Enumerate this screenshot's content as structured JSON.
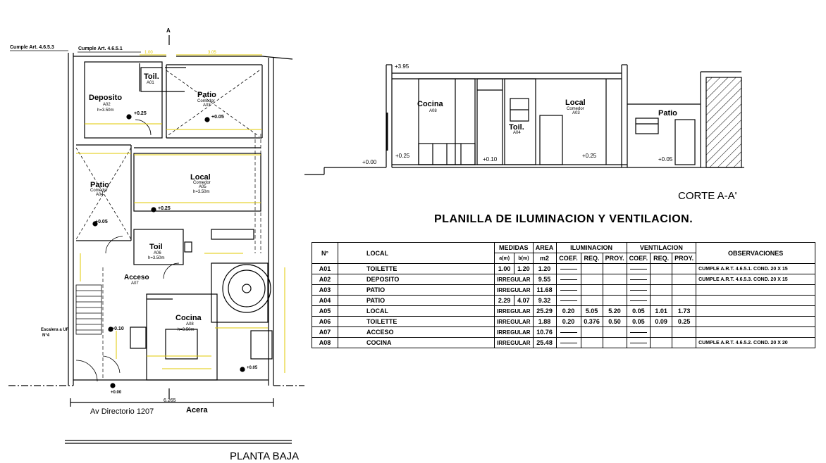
{
  "texts": {
    "cumple_453": "Cumple Art. 4.6.5.3",
    "cumple_451": "Cumple Art. 4.6.5.1",
    "dim_100": "1.00",
    "dim_305": "3.05",
    "toil_a01": "Toil.",
    "toil_a01_code": "A01",
    "deposito": "Deposito",
    "deposito_code": "A02",
    "deposito_h": "h=3.50m",
    "patio_a03": "Patio",
    "patio_a03_sub": "Comedor",
    "patio_a03_code": "A03",
    "lvl_025_a": "+0.25",
    "lvl_005_a": "+0.05",
    "local_a05": "Local",
    "local_a05_sub": "Comedor",
    "local_a05_code": "A05",
    "local_a05_h": "h=3.50m",
    "patio_a04": "Patio",
    "patio_a04_sub": "Comedor",
    "patio_a04_code": "A04",
    "lvl_025_b": "+0.25",
    "lvl_005_b": "+0.05",
    "toil_a06": "Toil",
    "toil_a06_code": "A06",
    "toil_a06_h": "h=3.50m",
    "acceso": "Acceso",
    "acceso_code": "A07",
    "cocina_a08": "Cocina",
    "cocina_a08_code": "A08",
    "cocina_a08_h": "h=3.50m",
    "escalera": "Escalera a UF",
    "escalera_n": "N°4",
    "lvl_010": "+0.10",
    "lvl_005_c": "+0.05",
    "lvl_000": "+0.00",
    "av": "Av Directorio 1207",
    "acera": "Acera",
    "dim_6265": "6.265",
    "planta_baja": "PLANTA BAJA",
    "lvl_395": "+3.95",
    "s_cocina": "Cocina",
    "s_cocina_code": "A08",
    "s_local": "Local",
    "s_local_sub": "Comedor",
    "s_local_code": "A03",
    "s_toil": "Toil.",
    "s_toil_code": "A04",
    "s_patio": "Patio",
    "s_lvl_000": "+0.00",
    "s_lvl_025": "+0.25",
    "s_lvl_010": "+0.10",
    "s_lvl_025b": "+0.25",
    "s_lvl_005": "+0.05",
    "corte": "CORTE A-A'",
    "planilla": "PLANILLA DE ILUMINACION Y VENTILACION.",
    "section_mark": "A"
  },
  "table": {
    "h_n": "N°",
    "h_local": "LOCAL",
    "h_medidas": "MEDIDAS",
    "h_area": "AREA",
    "h_ilum": "ILUMINACION",
    "h_vent": "VENTILACION",
    "h_obs": "OBSERVACIONES",
    "h_am": "a(m)",
    "h_bm": "b(m)",
    "h_m2": "m2",
    "h_coef1": "COEF.",
    "h_req1": "REQ.",
    "h_proy1": "PROY.",
    "h_coef2": "COEF.",
    "h_req2": "REQ.",
    "h_proy2": "PROY.",
    "rows": [
      {
        "n": "A01",
        "local": "TOILETTE",
        "a": "1.00",
        "b": "1.20",
        "area": "1.20",
        "coef1": "",
        "req1": "",
        "proy1": "",
        "coef2": "",
        "req2": "",
        "proy2": "",
        "obs": "CUMPLE A.R.T. 4.6.5.1. COND. 20 X 15",
        "dash1": true,
        "dash2": true
      },
      {
        "n": "A02",
        "local": "DEPOSITO",
        "a": "IRREGULAR",
        "b": "",
        "area": "9.55",
        "coef1": "",
        "req1": "",
        "proy1": "",
        "coef2": "",
        "req2": "",
        "proy2": "",
        "obs": "CUMPLE A.R.T. 4.6.5.3. COND. 20 X 15",
        "dash1": true,
        "dash2": true
      },
      {
        "n": "A03",
        "local": "PATIO",
        "a": "IRREGULAR",
        "b": "",
        "area": "11.68",
        "coef1": "",
        "req1": "",
        "proy1": "",
        "coef2": "",
        "req2": "",
        "proy2": "",
        "obs": "",
        "dash1": true,
        "dash2": true
      },
      {
        "n": "A04",
        "local": "PATIO",
        "a": "2.29",
        "b": "4.07",
        "area": "9.32",
        "coef1": "",
        "req1": "",
        "proy1": "",
        "coef2": "",
        "req2": "",
        "proy2": "",
        "obs": "",
        "dash1": true,
        "dash2": true
      },
      {
        "n": "A05",
        "local": "LOCAL",
        "a": "IRREGULAR",
        "b": "",
        "area": "25.29",
        "coef1": "0.20",
        "req1": "5.05",
        "proy1": "5.20",
        "coef2": "0.05",
        "req2": "1.01",
        "proy2": "1.73",
        "obs": "",
        "dash1": false,
        "dash2": false
      },
      {
        "n": "A06",
        "local": "TOILETTE",
        "a": "IRREGULAR",
        "b": "",
        "area": "1.88",
        "coef1": "0.20",
        "req1": "0.376",
        "proy1": "0.50",
        "coef2": "0.05",
        "req2": "0.09",
        "proy2": "0.25",
        "obs": "",
        "dash1": false,
        "dash2": false
      },
      {
        "n": "A07",
        "local": "ACCESO",
        "a": "IRREGULAR",
        "b": "",
        "area": "10.76",
        "coef1": "",
        "req1": "",
        "proy1": "",
        "coef2": "",
        "req2": "",
        "proy2": "",
        "obs": "",
        "dash1": true,
        "dash2": true
      },
      {
        "n": "A08",
        "local": "COCINA",
        "a": "IRREGULAR",
        "b": "",
        "area": "25.48",
        "coef1": "",
        "req1": "",
        "proy1": "",
        "coef2": "",
        "req2": "",
        "proy2": "",
        "obs": "CUMPLE A.R.T. 4.6.5.2. COND. 20 X 20",
        "dash1": true,
        "dash2": true
      }
    ]
  },
  "colors": {
    "line": "#000000",
    "dimension": "#e0c800",
    "background": "#ffffff"
  }
}
